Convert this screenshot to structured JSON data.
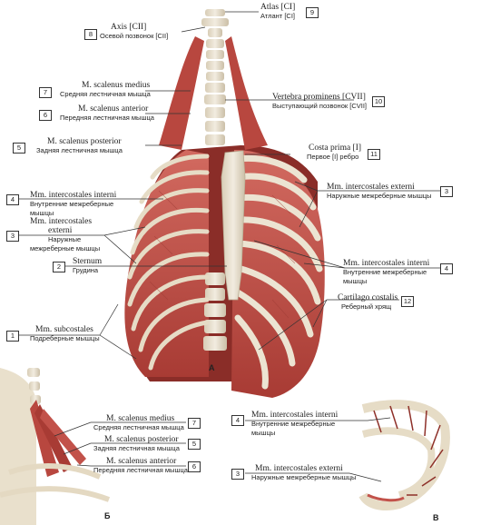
{
  "figures": {
    "a": "А",
    "b": "Б",
    "v": "В"
  },
  "labels": {
    "atlas": {
      "num": "9",
      "latin": "Atlas [CI]",
      "ru": "Атлант [CI]"
    },
    "axis": {
      "num": "8",
      "latin": "Axis [CII]",
      "ru": "Осевой позвонок [CII]"
    },
    "scal_med": {
      "num": "7",
      "latin": "M. scalenus medius",
      "ru": "Средняя лестничная мышца"
    },
    "scal_ant": {
      "num": "6",
      "latin": "M. scalenus anterior",
      "ru": "Передняя лестничная мышца"
    },
    "vert_prom": {
      "num": "10",
      "latin": "Vertebra prominens [CVII]",
      "ru": "Выступающий позвонок [CVII]"
    },
    "scal_post": {
      "num": "5",
      "latin": "M. scalenus posterior",
      "ru": "Задняя лестничная мышца"
    },
    "costa_prima": {
      "num": "11",
      "latin": "Costa prima [I]",
      "ru": "Первое [I] ребро"
    },
    "int_ext_right": {
      "num": "3",
      "latin": "Mm. intercostales externi",
      "ru": "Наружные межреберные мышцы"
    },
    "int_int_left": {
      "num": "4",
      "latin": "Mm. intercostales interni",
      "ru1": "Внутренние межреберные",
      "ru2": "мышцы"
    },
    "int_ext_left": {
      "num": "3",
      "latin1": "Mm. intercostales",
      "latin2": "externi",
      "ru1": "Наружные",
      "ru2": "межреберные мышцы"
    },
    "sternum": {
      "num": "2",
      "latin": "Sternum",
      "ru": "Грудина"
    },
    "int_int_right": {
      "num": "4",
      "latin": "Mm. intercostales interni",
      "ru1": "Внутренние межреберные",
      "ru2": "мышцы"
    },
    "cartilago": {
      "num": "12",
      "latin": "Cartilago costalis",
      "ru": "Реберный хрящ"
    },
    "subcostales": {
      "num": "1",
      "latin": "Mm. subcostales",
      "ru": "Подреберные мышцы"
    },
    "b_med": {
      "num": "7",
      "latin": "M. scalenus medius",
      "ru": "Средняя лестничная мышца"
    },
    "b_post": {
      "num": "5",
      "latin": "M. scalenus posterior",
      "ru": "Задняя лестничная мышца"
    },
    "b_ant": {
      "num": "6",
      "latin": "M. scalenus anterior",
      "ru": "Передняя лестничная мышца"
    },
    "v_int": {
      "num": "4",
      "latin": "Mm. intercostales interni",
      "ru1": "Внутренние межреберные",
      "ru2": "мышцы"
    },
    "v_ext": {
      "num": "3",
      "latin": "Mm. intercostales externi",
      "ru": "Наружные межреберные мышцы"
    }
  },
  "colors": {
    "muscle": "#c2524a",
    "muscle_dark": "#8e3029",
    "muscle_light": "#d9857a",
    "bone": "#e8e0cf",
    "bone_shade": "#c9bda4",
    "cavity": "#7a2622",
    "leader": "#333333"
  }
}
